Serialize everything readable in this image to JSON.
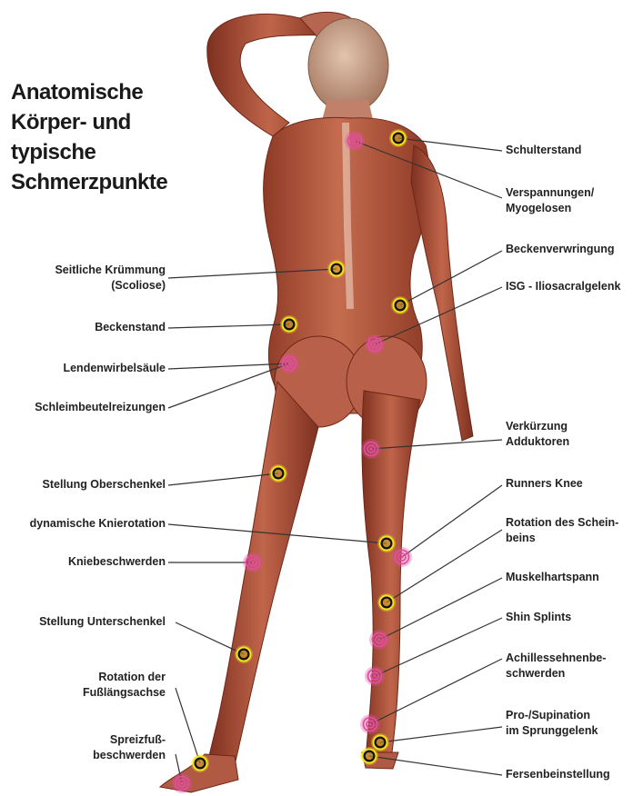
{
  "title": {
    "lines": [
      "Anatomische",
      "Körper- und",
      "typische",
      "Schmerzpunkte"
    ]
  },
  "labels_left": [
    {
      "lines": [
        "Seitliche Krümmung",
        "(Scoliose)"
      ],
      "marker": "yellow"
    },
    {
      "lines": [
        "Beckenstand"
      ],
      "marker": "yellow"
    },
    {
      "lines": [
        "Lendenwirbelsäule"
      ],
      "marker": "pink"
    },
    {
      "lines": [
        "Schleimbeutelreizungen"
      ],
      "marker": "pink"
    },
    {
      "lines": [
        "Stellung Oberschenkel"
      ],
      "marker": "yellow"
    },
    {
      "lines": [
        "dynamische Knierotation"
      ],
      "marker": "yellow"
    },
    {
      "lines": [
        "Kniebeschwerden"
      ],
      "marker": "pink"
    },
    {
      "lines": [
        "Stellung Unterschenkel"
      ],
      "marker": "yellow"
    },
    {
      "lines": [
        "Rotation der",
        "Fußlängsachse"
      ],
      "marker": "yellow"
    },
    {
      "lines": [
        "Spreizfuß-",
        "beschwerden"
      ],
      "marker": "pink"
    }
  ],
  "labels_right": [
    {
      "lines": [
        "Schulterstand"
      ],
      "marker": "yellow"
    },
    {
      "lines": [
        "Verspannungen/",
        "Myogelosen"
      ],
      "marker": "pink"
    },
    {
      "lines": [
        "Beckenverwringung"
      ],
      "marker": "yellow"
    },
    {
      "lines": [
        "ISG - Iliosacralgelenk"
      ],
      "marker": "pink"
    },
    {
      "lines": [
        "Verkürzung",
        "Adduktoren"
      ],
      "marker": "pink"
    },
    {
      "lines": [
        "Runners Knee"
      ],
      "marker": "pink"
    },
    {
      "lines": [
        "Rotation des Schein-",
        "beins"
      ],
      "marker": "yellow"
    },
    {
      "lines": [
        "Muskelhartspann"
      ],
      "marker": "pink"
    },
    {
      "lines": [
        "Shin Splints"
      ],
      "marker": "pink"
    },
    {
      "lines": [
        "Achillessehnenbe-",
        "schwerden"
      ],
      "marker": "pink"
    },
    {
      "lines": [
        "Pro-/Supination",
        "im Sprunggelenk"
      ],
      "marker": "yellow"
    },
    {
      "lines": [
        "Fersenbeinstellung"
      ],
      "marker": "yellow"
    }
  ],
  "colors": {
    "muscle_dark": "#8e3a26",
    "muscle_mid": "#b55a40",
    "muscle_light": "#d9866a",
    "skin": "#cfa890",
    "yellow_marker": "#f4e21a",
    "pink_marker": "#e24e9e",
    "leader_line": "#333333"
  }
}
